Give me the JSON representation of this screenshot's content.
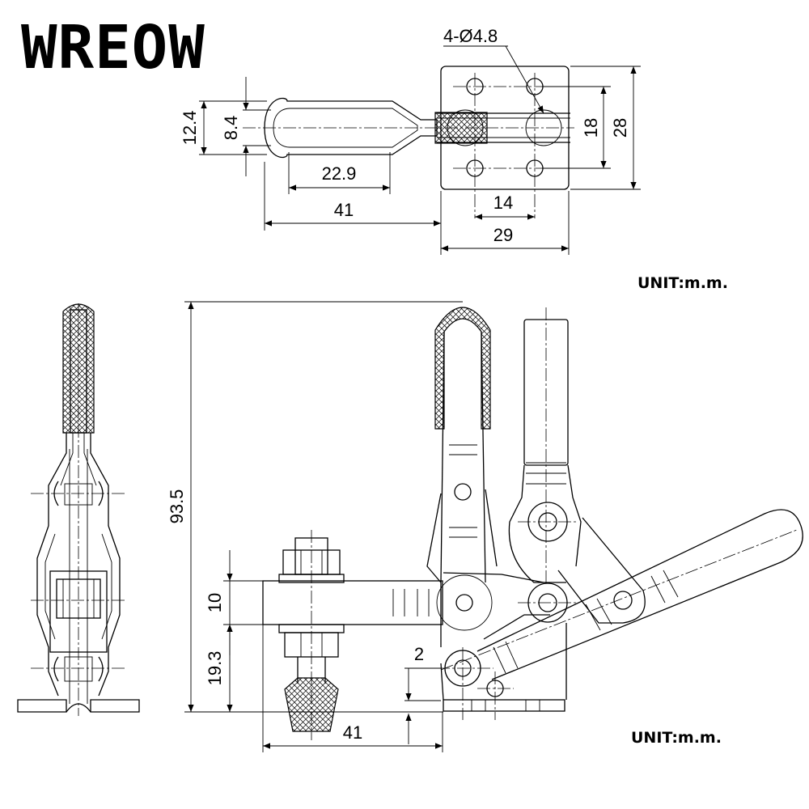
{
  "brand": "WREOW",
  "unit_label_top": "UNIT:m.m.",
  "unit_label_bottom": "UNIT:m.m.",
  "top_view": {
    "hole_callout": "4-Ø4.8",
    "dims": {
      "d12_4": "12.4",
      "d8_4": "8.4",
      "d22_9": "22.9",
      "d41": "41",
      "d14": "14",
      "d29": "29",
      "d18": "18",
      "d28": "28"
    }
  },
  "front_view": {
    "dims": {
      "d93_5": "93.5",
      "d10": "10",
      "d19_3": "19.3",
      "d2": "2",
      "d41": "41"
    }
  }
}
